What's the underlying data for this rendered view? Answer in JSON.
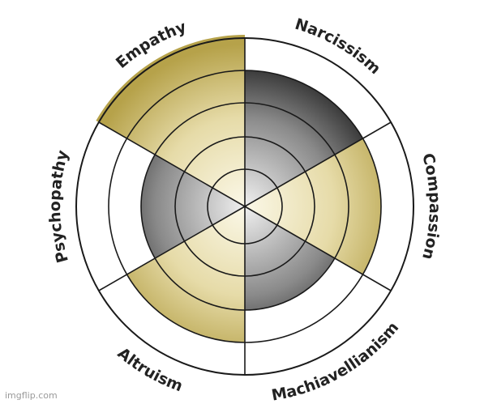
{
  "chart_data": {
    "type": "polar-area",
    "levels": 5,
    "categories": [
      "Narcissism",
      "Compassion",
      "Machiavellianism",
      "Altruism",
      "Psychopathy",
      "Empathy"
    ],
    "values": [
      4,
      4,
      3,
      4,
      3,
      5
    ],
    "colors": [
      "dark",
      "gold",
      "dark",
      "gold",
      "dark",
      "gold"
    ],
    "grid": true,
    "legend": "none"
  },
  "colors": {
    "gold": "#b6a24a",
    "gold_light": "#fbf8e8",
    "dark": "#111111",
    "dark_light": "#f0f0f0",
    "grid": "#1a1a1a"
  },
  "watermark": "imgflip.com"
}
